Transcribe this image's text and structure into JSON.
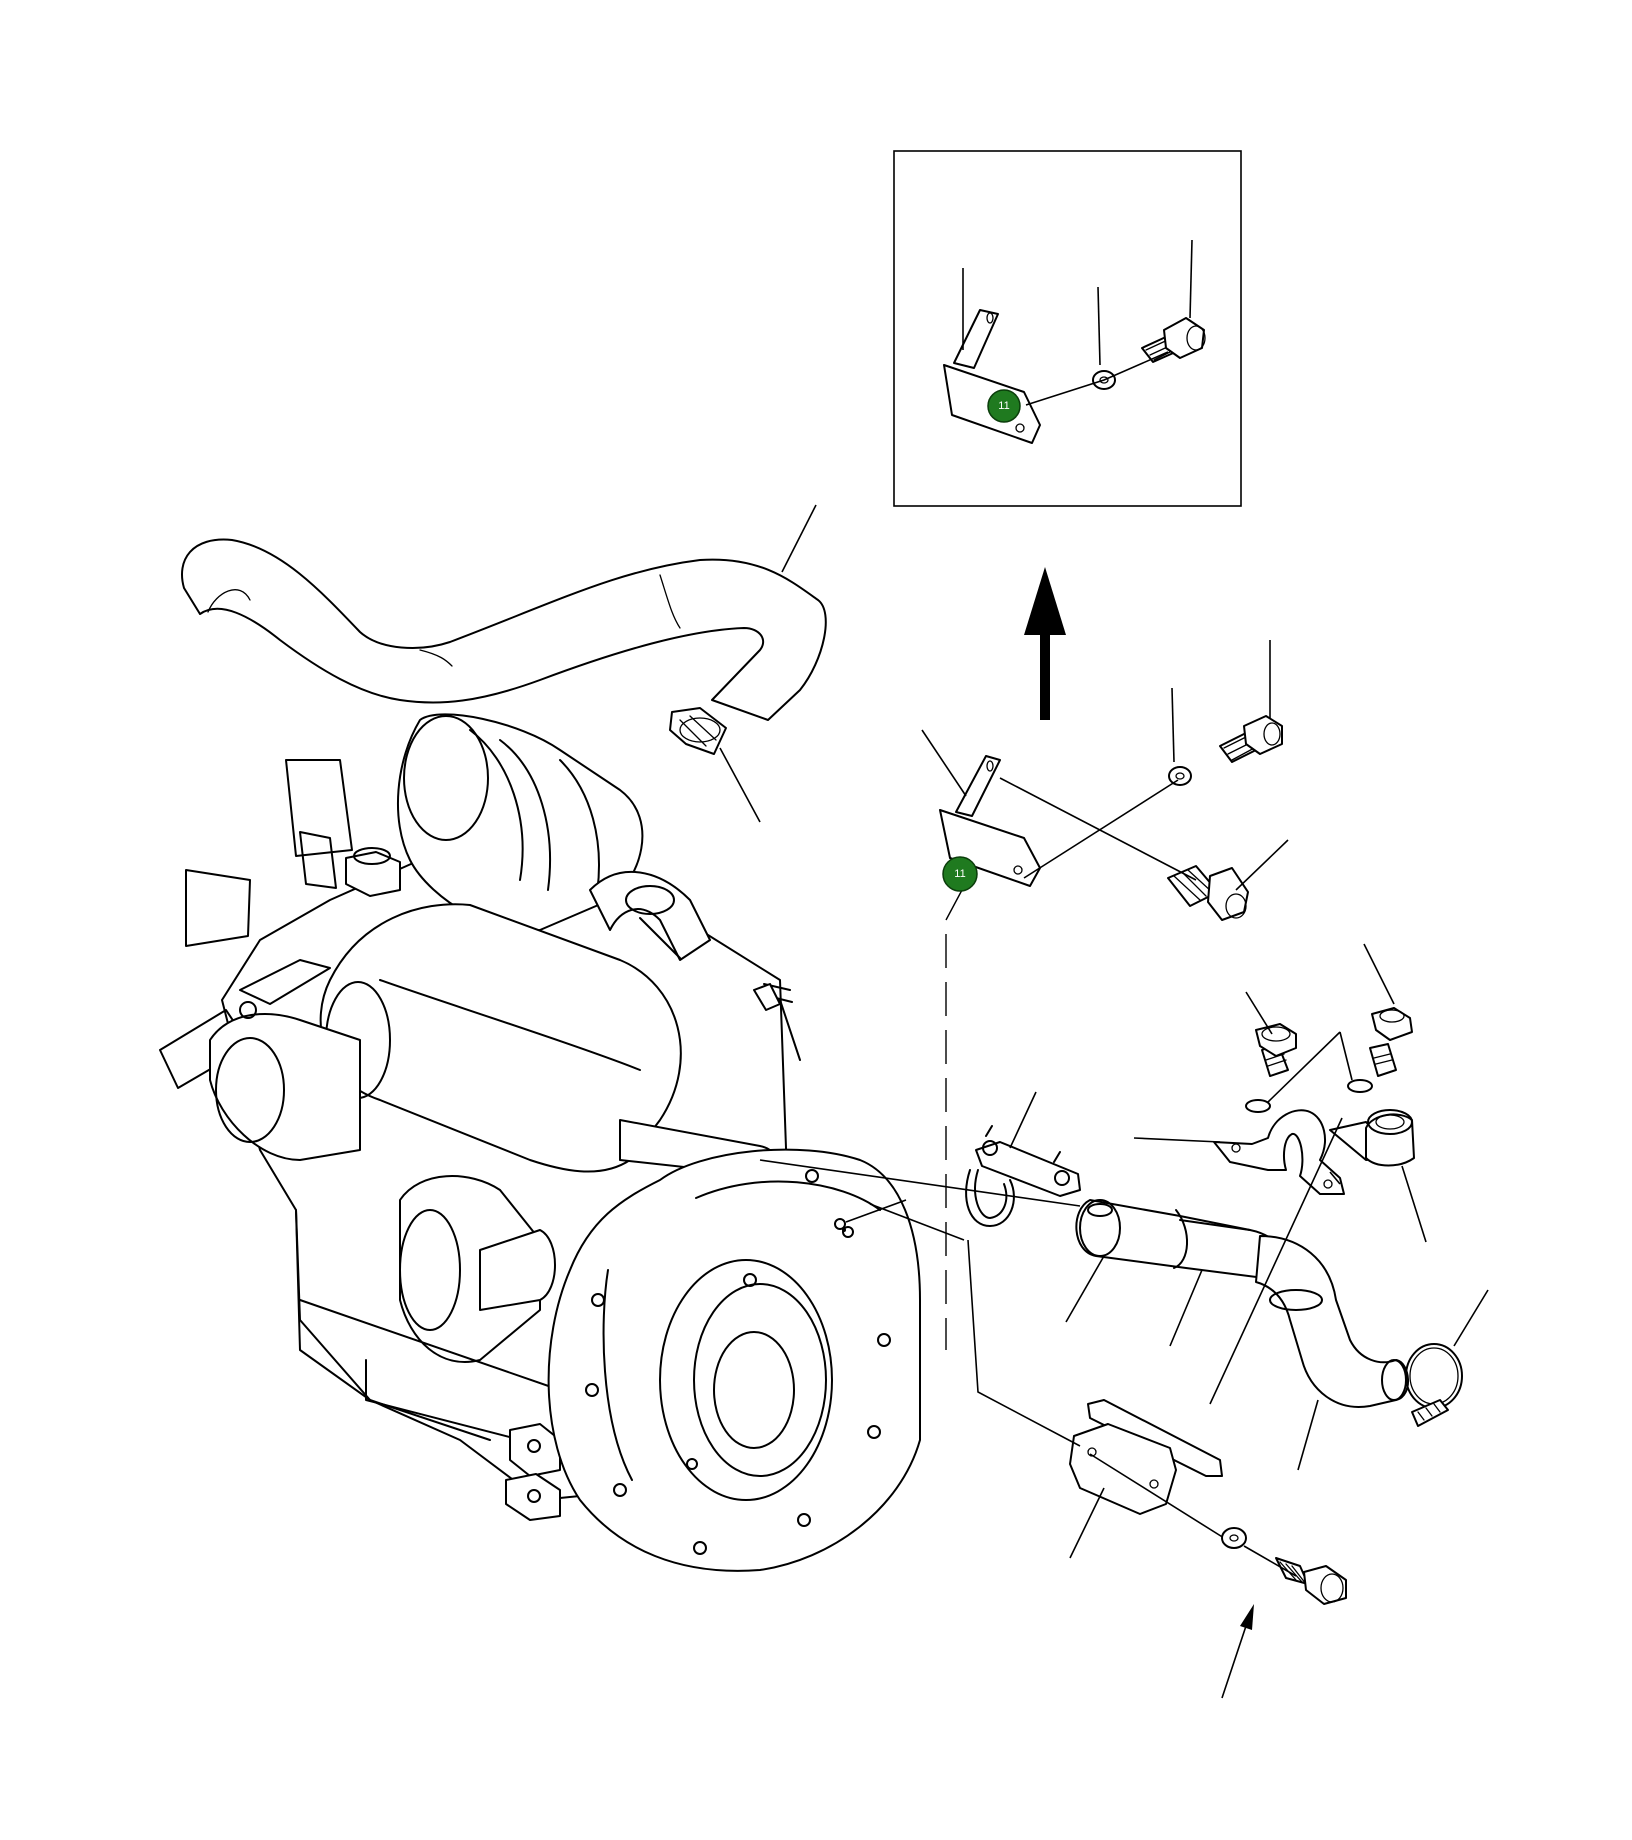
{
  "callouts": [
    {
      "label": "11",
      "location": "inset"
    },
    {
      "label": "11",
      "location": "main"
    }
  ],
  "colors": {
    "callout_fill": "#1f7a1f",
    "line": "#000000",
    "background": "#ffffff"
  }
}
